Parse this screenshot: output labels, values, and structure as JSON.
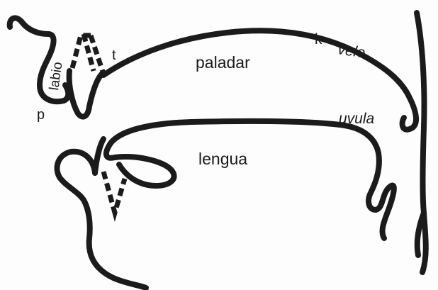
{
  "diagram": {
    "labels": {
      "labio": "labio",
      "p": "p",
      "t": "t",
      "paladar": "paladar",
      "k": "k",
      "velo": "velo",
      "uvula": "uvula",
      "lengua": "lengua"
    },
    "stroke_color": "#1b1b1b",
    "background_color": "#fdfdfd"
  }
}
